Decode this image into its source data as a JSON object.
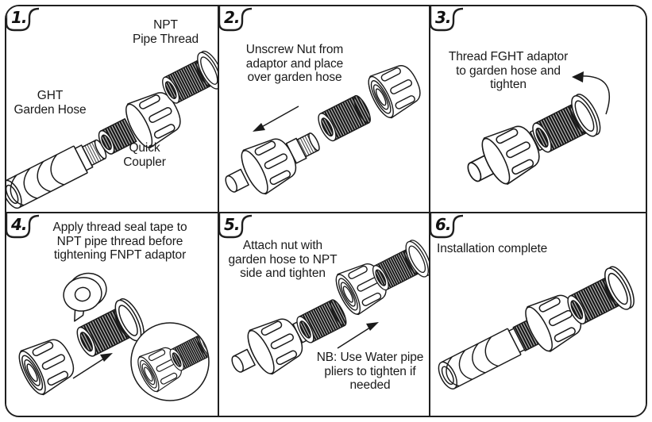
{
  "sheet": {
    "background": "#ffffff",
    "line_color": "#1f1f1f",
    "text_color": "#1a1a1a"
  },
  "panels": [
    {
      "step": "1.",
      "labels": {
        "npt_pipe_thread": "NPT\nPipe Thread",
        "ght_garden_hose": "GHT\nGarden Hose",
        "quick_coupler": "Quick\nCoupler"
      }
    },
    {
      "step": "2.",
      "instruction": "Unscrew Nut from\nadaptor and place\nover garden hose"
    },
    {
      "step": "3.",
      "instruction": "Thread FGHT adaptor\nto garden hose and\ntighten"
    },
    {
      "step": "4.",
      "instruction": "Apply thread seal tape to\nNPT pipe thread before\ntightening FNPT adaptor"
    },
    {
      "step": "5.",
      "instruction": "Attach nut with\ngarden hose to NPT\nside and tighten",
      "note": "NB: Use Water pipe\npliers to tighten if\nneeded"
    },
    {
      "step": "6.",
      "instruction": "Installation complete"
    }
  ]
}
